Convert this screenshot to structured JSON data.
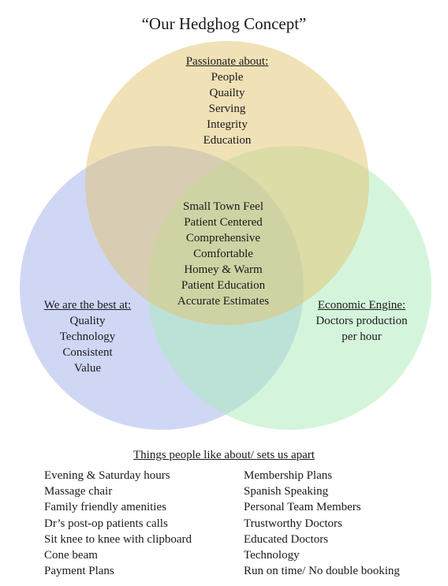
{
  "title": "“Our Hedghog Concept”",
  "colors": {
    "passion_circle": "#e2c470",
    "best_circle": "#9fb0ec",
    "engine_circle": "#a9ecba"
  },
  "passionate": {
    "heading": "Passionate about:",
    "items": [
      "People",
      "Quailty",
      "Serving",
      "Integrity",
      "Education"
    ]
  },
  "center": {
    "items": [
      "Small Town Feel",
      "Patient Centered",
      "Comprehensive",
      "Comfortable",
      "Homey & Warm",
      "Patient Education",
      "Accurate Estimates"
    ]
  },
  "best": {
    "heading": "We are the best at:",
    "items": [
      "Quality",
      "Technology",
      "Consistent",
      "Value"
    ]
  },
  "engine": {
    "heading": "Economic Engine:",
    "items": [
      "Doctors production",
      "per hour"
    ]
  },
  "apart": {
    "heading": "Things people like about/ sets us apart",
    "left": [
      "Evening & Saturday hours",
      "Massage chair",
      "Family friendly amenities",
      "Dr’s post-op patients calls",
      "Sit knee to knee with clipboard",
      "Cone beam",
      "Payment Plans"
    ],
    "right": [
      "Membership Plans",
      "Spanish Speaking",
      "Personal Team Members",
      "Trustworthy Doctors",
      "Educated Doctors",
      "Technology",
      "Run on time/ No double booking"
    ]
  }
}
